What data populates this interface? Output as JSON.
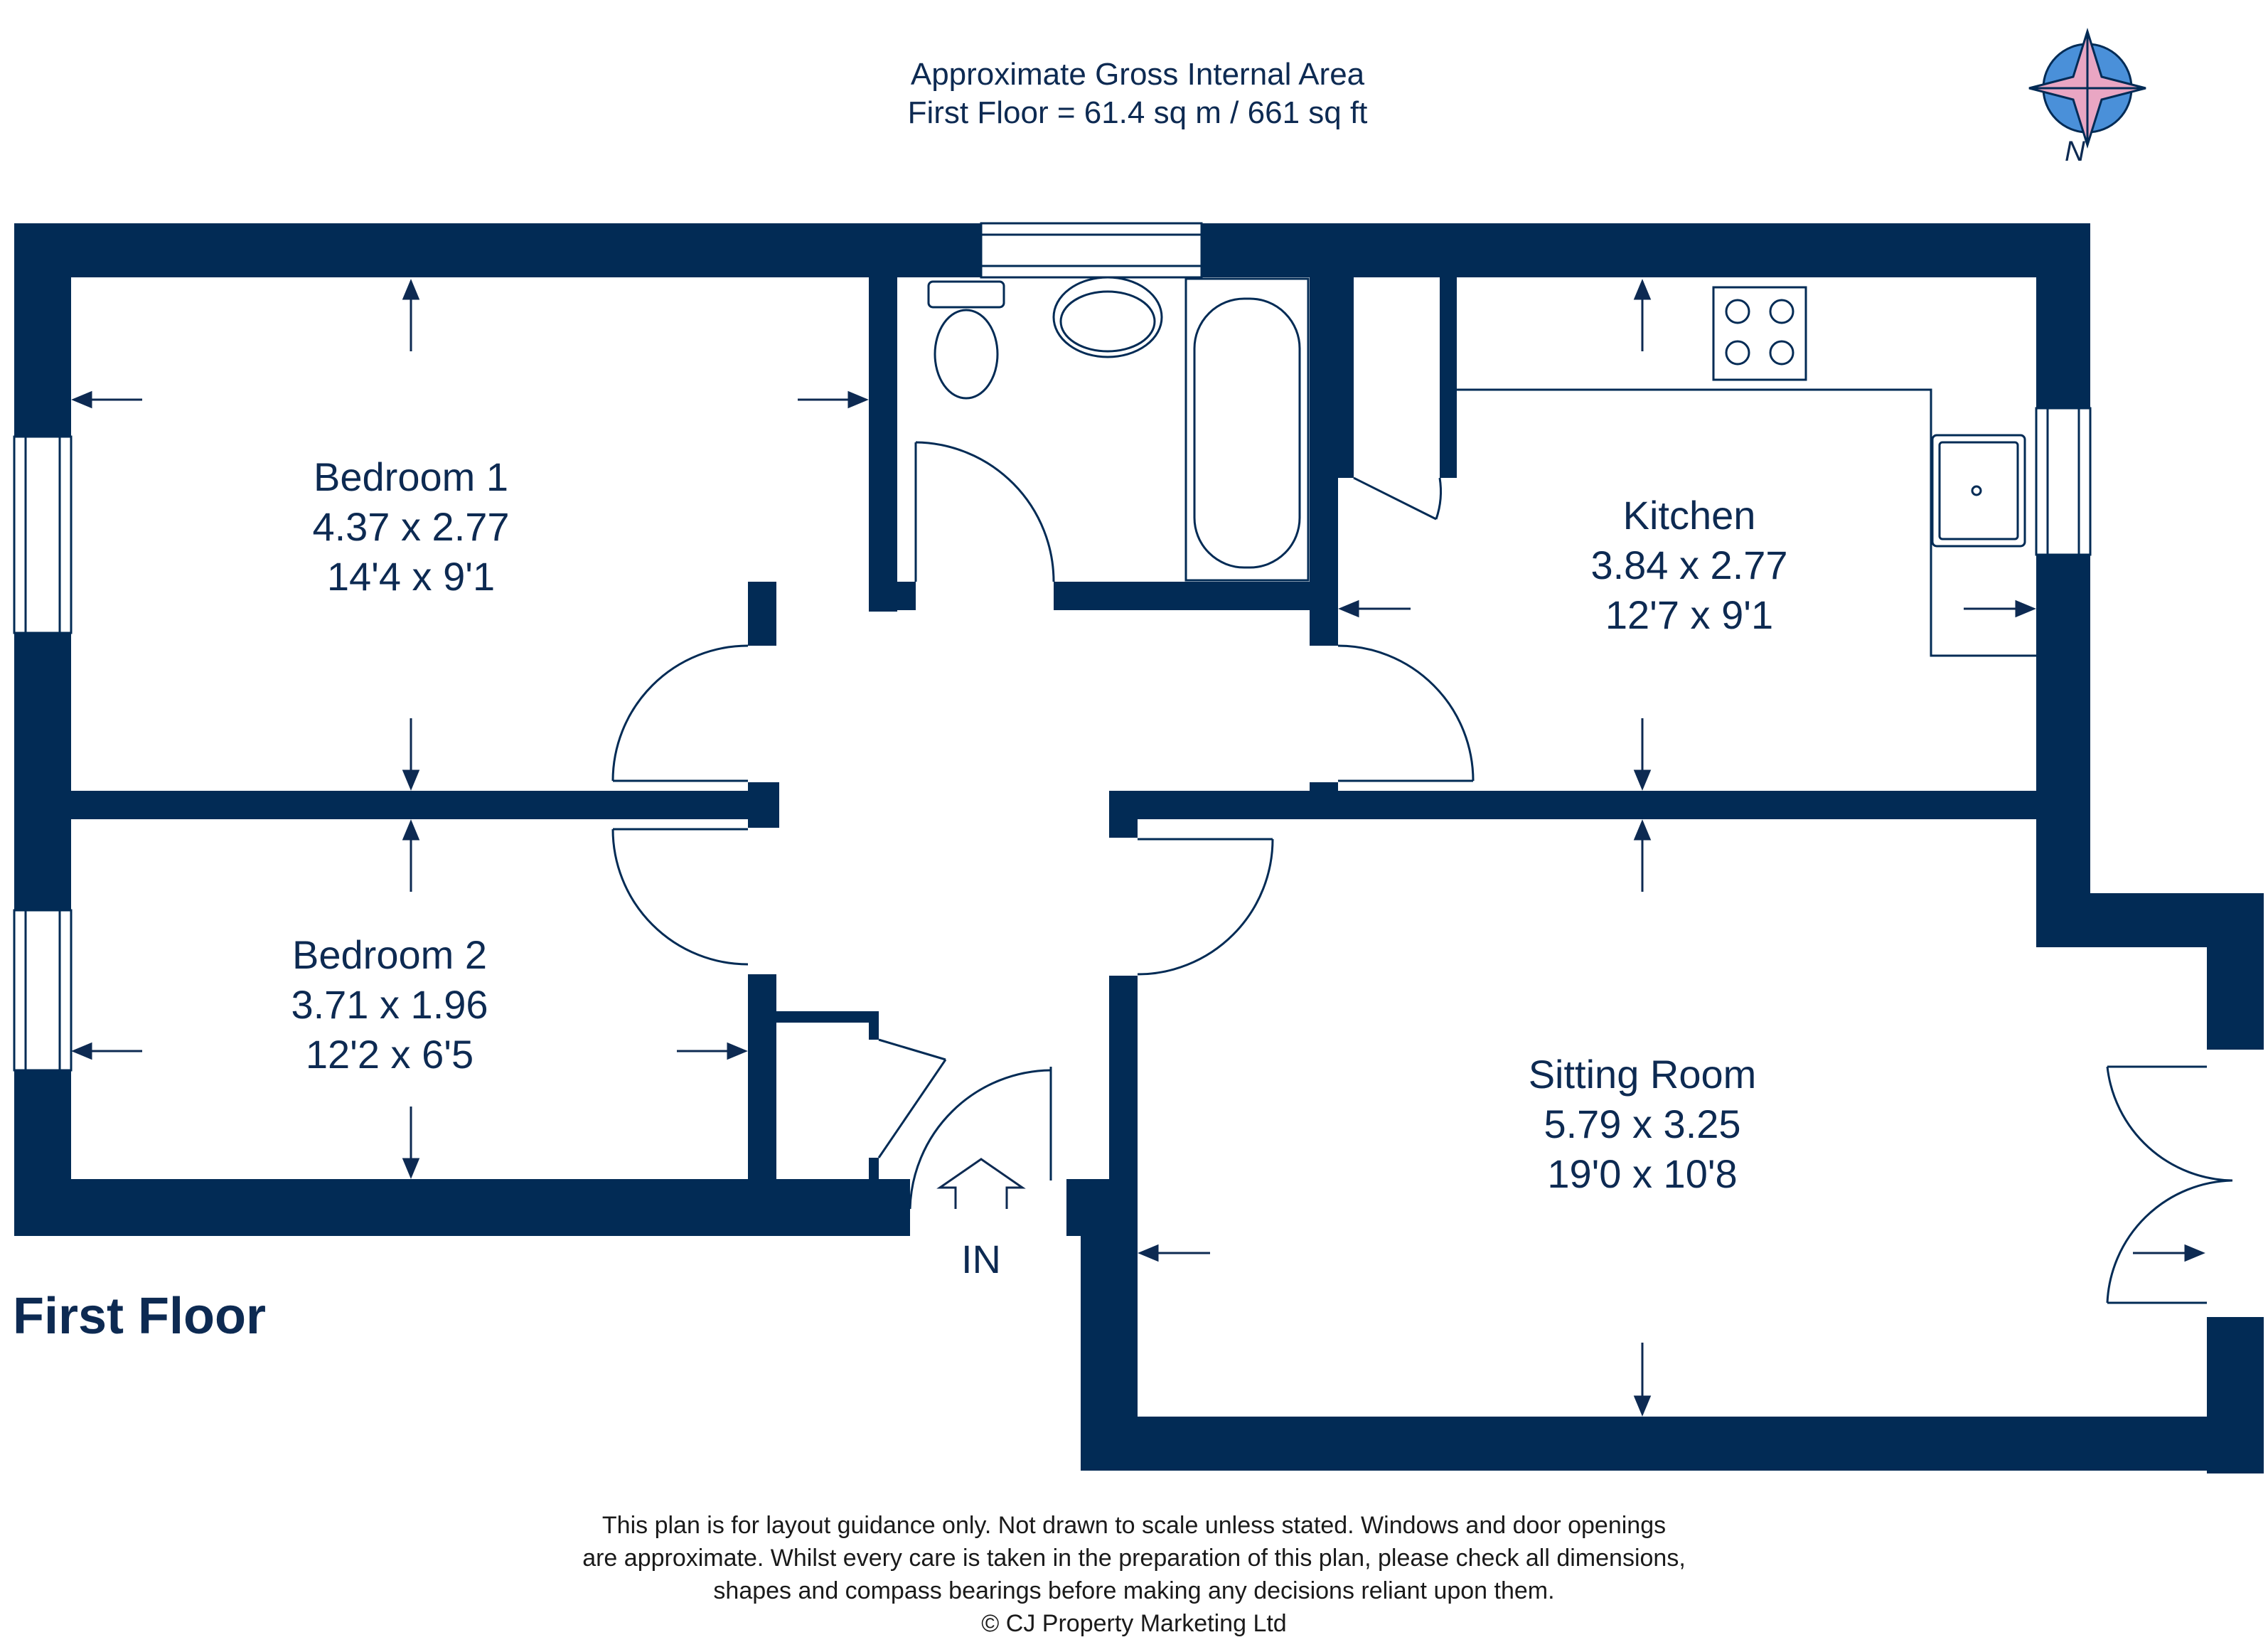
{
  "header": {
    "line1": "Approximate Gross Internal Area",
    "line2": "First Floor = 61.4 sq m / 661 sq ft"
  },
  "compass": {
    "label": "N"
  },
  "rooms": [
    {
      "name": "Bedroom 1",
      "metric": "4.37 x 2.77",
      "imperial": "14'4 x 9'1"
    },
    {
      "name": "Bedroom 2",
      "metric": "3.71 x 1.96",
      "imperial": "12'2 x 6'5"
    },
    {
      "name": "Kitchen",
      "metric": "3.84 x 2.77",
      "imperial": "12'7 x 9'1"
    },
    {
      "name": "Sitting Room",
      "metric": "5.79 x 3.25",
      "imperial": "19'0 x 10'8"
    }
  ],
  "entrance_label": "IN",
  "floor_label": "First Floor",
  "disclaimer": [
    "This plan is for layout guidance only. Not drawn to scale unless stated. Windows and door openings",
    "are approximate. Whilst every care is taken in the preparation of this plan, please check all dimensions,",
    "shapes and compass bearings before making any decisions reliant upon them.",
    "© CJ Property Marketing Ltd"
  ],
  "colors": {
    "wall": "#022b55",
    "compass_pink": "#e9a6c3",
    "compass_blue": "#4a90d9"
  }
}
